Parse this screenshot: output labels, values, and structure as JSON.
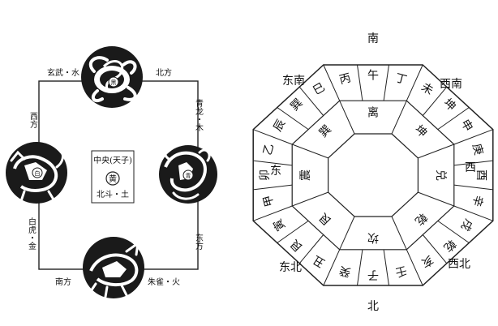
{
  "left_diagram": {
    "top_left_label": "玄武・水",
    "top_right_label": "北方",
    "right_top_label": "青龙・木",
    "right_bottom_label": "东方",
    "left_top_label": "西方",
    "left_bottom_label": "白虎・金",
    "bottom_left_label": "南方",
    "bottom_right_label": "朱雀・火",
    "center": {
      "line1": "中央(天子)",
      "seal": "黄",
      "line2": "北斗・土"
    },
    "medallions": [
      {
        "name": "xuanwu",
        "seal": "黑",
        "icon": "tortoise-serpent-icon"
      },
      {
        "name": "qinglong",
        "seal": "青",
        "icon": "dragon-icon"
      },
      {
        "name": "baihu",
        "seal": "白",
        "icon": "tiger-icon"
      },
      {
        "name": "zhuque",
        "seal": "",
        "icon": "vermilion-bird-icon"
      }
    ]
  },
  "right_diagram": {
    "directions": {
      "south": "南",
      "southwest": "西南",
      "west": "西",
      "northwest": "西北",
      "north": "北",
      "northeast": "东北",
      "east": "东",
      "southeast": "东南"
    },
    "outer_ring": [
      "丙",
      "午",
      "丁",
      "未",
      "坤",
      "申",
      "庚",
      "酉",
      "辛",
      "戌",
      "乾",
      "亥",
      "壬",
      "子",
      "癸",
      "丑",
      "艮",
      "寅",
      "甲",
      "卯",
      "乙",
      "辰",
      "巽",
      "巳"
    ],
    "inner_ring": [
      "离",
      "坤",
      "兑",
      "乾",
      "坎",
      "艮",
      "震",
      "巽"
    ]
  }
}
